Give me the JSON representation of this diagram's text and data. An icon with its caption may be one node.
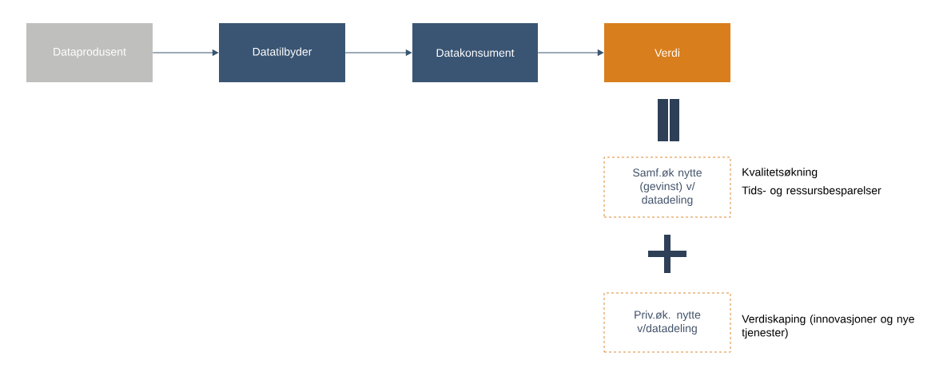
{
  "diagram": {
    "nodes": [
      {
        "text": [
          "Dataprodusent"
        ]
      },
      {
        "text": [
          "Datatilbyder"
        ]
      },
      {
        "text": [
          "Datakonsument"
        ]
      },
      {
        "text": [
          "Verdi"
        ]
      },
      {
        "text": [
          "Samf.øk nytte (gevinst) v/ datadeling"
        ],
        "beside": [
          "Kvalitetsøkning",
          "Tids- og ressursbesparelser"
        ]
      },
      {
        "text": [
          "Priv.øk. nytte v/datadeling"
        ],
        "beside": [
          "Verdiskaping (innovasjoner og nye tjenester)"
        ]
      }
    ],
    "edges": [
      {
        "from": 0,
        "to": 1,
        "arrow": "to"
      },
      {
        "from": 1,
        "to": 2,
        "arrow": "to"
      },
      {
        "from": 2,
        "to": 3,
        "arrow": "to"
      }
    ]
  }
}
